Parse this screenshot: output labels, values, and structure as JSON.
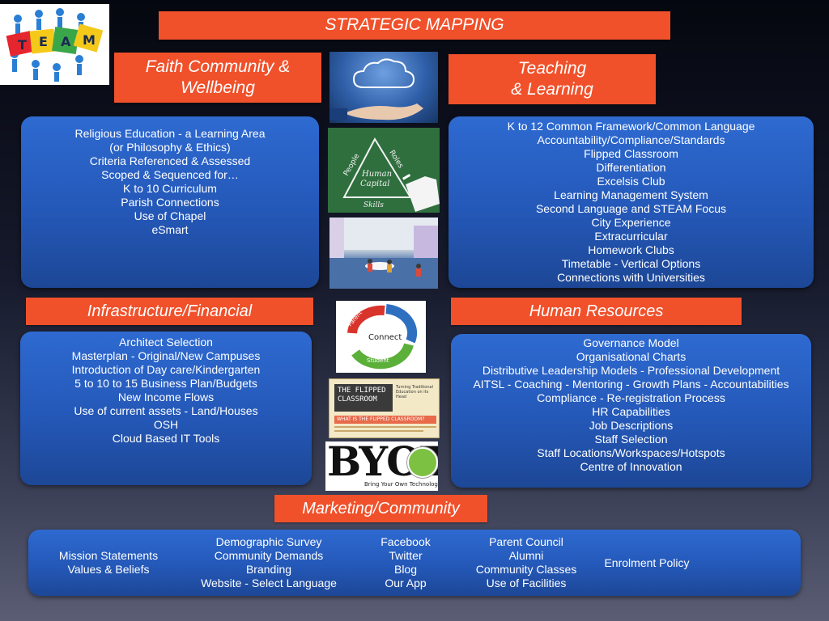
{
  "title": "STRATEGIC MAPPING",
  "team_logo": {
    "letters": [
      "T",
      "E",
      "A",
      "M"
    ]
  },
  "faith": {
    "title_lines": [
      "Faith Community &",
      "Wellbeing"
    ],
    "items": [
      "Religious Education - a Learning Area",
      "(or Philosophy & Ethics)",
      "Criteria Referenced & Assessed",
      "Scoped & Sequenced for…",
      "K to 10 Curriculum",
      "Parish Connections",
      "Use of Chapel",
      "eSmart"
    ]
  },
  "teaching": {
    "title_lines": [
      "Teaching",
      "& Learning"
    ],
    "items": [
      "K to 12 Common Framework/Common Language",
      "Accountability/Compliance/Standards",
      "Flipped Classroom",
      "Differentiation",
      "Excelsis Club",
      "Learning Management System",
      "Second Language and STEAM Focus",
      "City Experience",
      "Extracurricular",
      "Homework Clubs",
      "Timetable - Vertical Options",
      "Connections with Universities"
    ]
  },
  "infrastructure": {
    "title": "Infrastructure/Financial",
    "items": [
      "Architect Selection",
      "Masterplan - Original/New Campuses",
      "Introduction of Day care/Kindergarten",
      "5 to 10 to 15 Business Plan/Budgets",
      "New Income Flows",
      "Use of current assets - Land/Houses",
      "OSH",
      "Cloud Based IT Tools"
    ]
  },
  "hr": {
    "title": "Human Resources",
    "items": [
      "Governance Model",
      "Organisational Charts",
      "Distributive Leadership Models - Professional Development",
      "AITSL - Coaching - Mentoring - Growth Plans - Accountabilities",
      "Compliance - Re-registration Process",
      "HR Capabilities",
      "Job Descriptions",
      "Staff Selection",
      "Staff Locations/Workspaces/Hotspots",
      "Centre of Innovation"
    ]
  },
  "marketing": {
    "title": "Marketing/Community",
    "columns": [
      [
        "Mission Statements",
        "Values & Beliefs"
      ],
      [
        "Demographic Survey",
        "Community Demands",
        "Branding",
        "Website - Select Language"
      ],
      [
        "Facebook",
        "Twitter",
        "Blog",
        "Our App"
      ],
      [
        "Parent Council",
        "Alumni",
        "Community Classes",
        "Use of Facilities"
      ],
      [
        "Enrolment Policy"
      ]
    ]
  },
  "images": {
    "chalkboard": {
      "words": [
        "People",
        "Roles",
        "Human",
        "Capital",
        "Skills"
      ]
    },
    "connect": {
      "words": [
        "Connect",
        "Teacher",
        "Student",
        "Parent"
      ]
    },
    "flipped": {
      "title_lines": [
        "THE FLIPPED",
        "CLASSROOM"
      ],
      "side_text": "Turning Traditional Education on its Head",
      "subtitle": "WHAT IS THE FLIPPED CLASSROOM?"
    },
    "byot": {
      "word": "BYOT",
      "tagline": "Bring Your Own Technology"
    }
  },
  "colors": {
    "banner": "#f0512b",
    "box": "#2458b8",
    "text": "#ffffff"
  }
}
